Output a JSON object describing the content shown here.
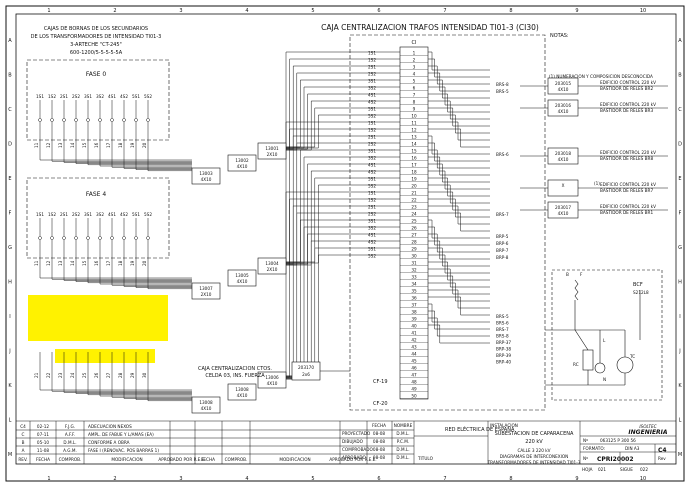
{
  "grid": {
    "cols": [
      "1",
      "2",
      "3",
      "4",
      "5",
      "6",
      "7",
      "8",
      "9",
      "10"
    ],
    "rows": [
      "A",
      "B",
      "C",
      "D",
      "E",
      "F",
      "G",
      "H",
      "I",
      "J",
      "K",
      "L",
      "M"
    ]
  },
  "left_title": {
    "l1": "CAJAS DE BORNAS DE LOS SECUNDARIOS",
    "l2": "DE LOS TRANSFORMADORES DE INTENSIDAD TI01-3",
    "l3": "3-ARTECHE \"CT-245\"",
    "l4": "600-1200/5-5-5-5-5A"
  },
  "fase0": {
    "label": "FASE 0",
    "terms": [
      "1S1",
      "1S2",
      "2S1",
      "2S2",
      "3S1",
      "3S2",
      "4S1",
      "4S2",
      "5S1",
      "5S2"
    ],
    "bottom": [
      "11",
      "12",
      "13",
      "14",
      "15",
      "16",
      "17",
      "18",
      "19",
      "20"
    ]
  },
  "fase4": {
    "label": "FASE 4",
    "terms": [
      "1S1",
      "1S2",
      "2S1",
      "2S2",
      "3S1",
      "3S2",
      "4S1",
      "4S2",
      "5S1",
      "5S2"
    ],
    "bottom": [
      "11",
      "12",
      "13",
      "14",
      "15",
      "16",
      "17",
      "18",
      "19",
      "20"
    ]
  },
  "fase8": {
    "bottom": [
      "21",
      "22",
      "23",
      "24",
      "25",
      "26",
      "27",
      "28",
      "29",
      "30"
    ]
  },
  "cables": [
    {
      "id": "13001",
      "sec": "2X10"
    },
    {
      "id": "13002",
      "sec": "4X10"
    },
    {
      "id": "13003",
      "sec": "4X10"
    },
    {
      "id": "13004",
      "sec": "2X10"
    },
    {
      "id": "13005",
      "sec": "4X10"
    },
    {
      "id": "13007",
      "sec": "2X10"
    },
    {
      "id": "13006",
      "sec": "4X10"
    },
    {
      "id": "13008",
      "sec": "4X10"
    }
  ],
  "central_title": "CAJA CENTRALIZACION TRAFOS INTENSIDAD TI01-3 (CI30)",
  "ci_label": "CI",
  "terminal_labels": [
    "1S1",
    "1S2",
    "2S1",
    "2S2",
    "3S1",
    "3S2",
    "4S1",
    "4S2",
    "5S1",
    "5S2",
    "1S1",
    "1S2",
    "2S1",
    "2S2",
    "3S1",
    "3S2",
    "4S1",
    "4S2",
    "5S1",
    "5S2",
    "1S1",
    "1S2",
    "2S1",
    "2S2",
    "3S1",
    "3S2",
    "4S1",
    "4S2",
    "5S1",
    "5S2"
  ],
  "terminal_numbers": [
    "1",
    "2",
    "3",
    "4",
    "5",
    "6",
    "7",
    "8",
    "9",
    "10",
    "11",
    "12",
    "13",
    "14",
    "15",
    "16",
    "17",
    "18",
    "19",
    "20",
    "21",
    "22",
    "23",
    "24",
    "25",
    "26",
    "27",
    "28",
    "29",
    "30",
    "31",
    "32",
    "33",
    "34",
    "35",
    "36",
    "37",
    "38",
    "39",
    "40",
    "41",
    "42",
    "43",
    "44",
    "45",
    "46",
    "47",
    "48",
    "49",
    "50"
  ],
  "brs_labels": [
    "BRS-8",
    "BRS-5",
    "BRS-6",
    "BRS-7"
  ],
  "brp_labels": [
    "BRP-5",
    "BRP-6",
    "BRP-7",
    "BRP-8"
  ],
  "brs_lower": [
    "BRS-5",
    "BRS-6",
    "BRS-7",
    "BRS-8",
    "BRP-37",
    "BRP-38",
    "BRP-39",
    "BRP-40"
  ],
  "notes": {
    "title": "NOTAS:",
    "n1": "(1) NUMERACION Y COMPOSICION DESCONOCIDA",
    "n2": "(1)"
  },
  "relay_cables": [
    {
      "id": "203015",
      "sec": "4X10",
      "dest1": "EDIFICIO CONTROL 220 kV",
      "dest2": "BASTIDOR DE RELES BR2"
    },
    {
      "id": "203016",
      "sec": "4X10",
      "dest1": "EDIFICIO CONTROL 220 kV",
      "dest2": "BASTIDOR DE RELES BR3"
    },
    {
      "id": "203018",
      "sec": "4X10",
      "dest1": "EDIFICIO CONTROL 220 kV",
      "dest2": "BASTIDOR DE RELES BR8"
    },
    {
      "id": "X",
      "sec": "",
      "dest1": "EDIFICIO CONTROL 220 kV",
      "dest2": "BASTIDOR DE RELES BR7"
    },
    {
      "id": "203017",
      "sec": "4X10",
      "dest1": "EDIFICIO CONTROL 220 kV",
      "dest2": "BASTIDOR DE RELES BR1"
    }
  ],
  "heater": {
    "label": "BCF",
    "code": "S212L8",
    "rc": "RC",
    "tc": "TC",
    "l": "L",
    "n": "N",
    "b": "B",
    "f": "F"
  },
  "cf_labels": [
    "CF-19",
    "CF-20"
  ],
  "ctos": {
    "l1": "CAJA CENTRALIZACION CTOS.",
    "l2": "CELDA 03, INS. FUERZA",
    "cable": "203170",
    "sec": "2x6"
  },
  "revisions": [
    {
      "rev": "C4",
      "fecha": "02-12",
      "comp": "F.J.G.",
      "mod": "ADECUACION NEXOS"
    },
    {
      "rev": "C",
      "fecha": "07-11",
      "comp": "A.F.F.",
      "mod": "AMPL. DE FABUE Y L/AMAS (EA)"
    },
    {
      "rev": "B",
      "fecha": "05-10",
      "comp": "D.M.L.",
      "mod": "CONFORME A OBRA"
    },
    {
      "rev": "A",
      "fecha": "11-08",
      "comp": "A.G.M.",
      "mod": "FASE I (RENOVAC. POS BARRAS 1)"
    }
  ],
  "rev_headers": {
    "rev": "REV.",
    "fecha": "FECHA",
    "comp": "COMPROB.",
    "mod": "MODIFICACION",
    "apr": "APROBADO POR R.E.E."
  },
  "title_block": {
    "proyectado": "PROYECTADO",
    "dibujado": "DIBUJADO",
    "comprobado": "COMPROBADO",
    "aprobado": "APROBADO",
    "fecha_h": "FECHA",
    "nombre_h": "NOMBRE",
    "rows": [
      {
        "f": "08-08",
        "n": "D.M.L."
      },
      {
        "f": "08-08",
        "n": "P.C.M."
      },
      {
        "f": "08-08",
        "n": "D.M.L."
      },
      {
        "f": "08-08",
        "n": "D.M.L."
      }
    ],
    "ree": "RED ELÉCTRICA DE ESPAÑA",
    "titulo": "TITULO",
    "instalacion": "INSTALACION",
    "subestacion": "SUBESTACION DE CAPARACENA",
    "kv": "220 kV",
    "calle": "CALLE 3 220 kV",
    "diag": "DIAGRAMAS DE INTERCONEXION",
    "trafos": "TRANSFORMADORES DE INTENSIDAD TI01-3",
    "company": "INGENIERIA",
    "company_small": "ISOLTEC",
    "no_label": "Nº",
    "no_value": "063125 P 300 56",
    "formato_l": "FORMATO:",
    "formato_v": "DIN A3",
    "no2_label": "Nº",
    "code": "CPRI20002",
    "hoja": "HOJA",
    "hoja_v": "021",
    "sigue": "SIGUE",
    "sigue_v": "022",
    "cj": "C4",
    "rev_l": "Rev"
  }
}
